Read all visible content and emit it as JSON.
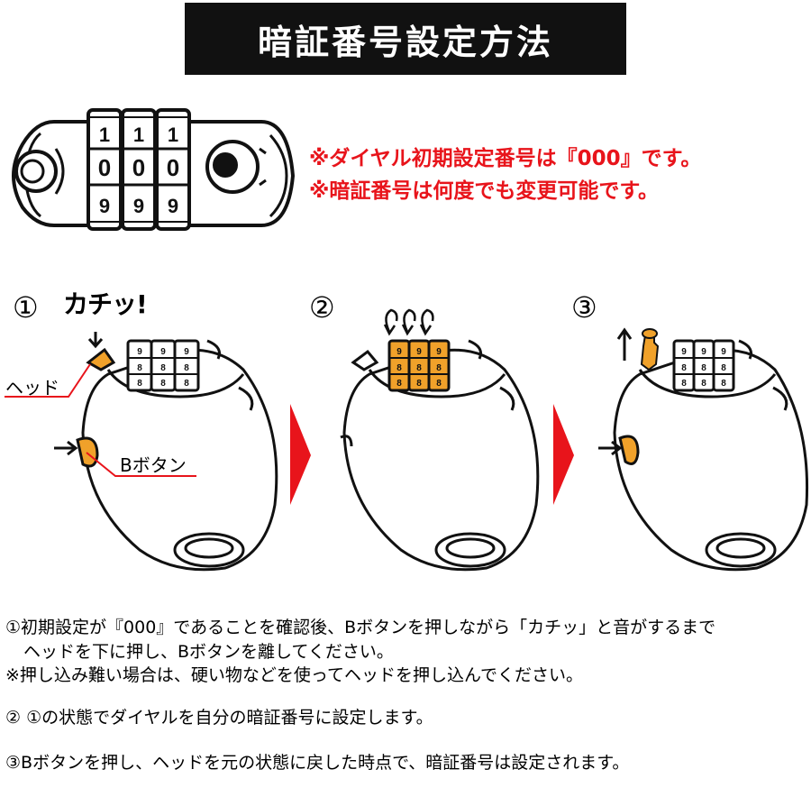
{
  "title": "暗証番号設定方法",
  "notes": [
    "※ダイヤル初期設定番号は『000』です。",
    "※暗証番号は何度でも変更可能です。"
  ],
  "steps": {
    "step1": "①",
    "step2": "②",
    "step3": "③"
  },
  "labels": {
    "click_sound": "カチッ!",
    "head": "ヘッド",
    "b_button": "Bボタン"
  },
  "dial_digits": {
    "top": [
      "1",
      "1",
      "1"
    ],
    "middle": [
      "0",
      "0",
      "0"
    ],
    "bottom": [
      "9",
      "9",
      "9"
    ],
    "small_rows": [
      "9",
      "8",
      "8"
    ]
  },
  "colors": {
    "title_bg": "#111111",
    "note_red": "#e8141b",
    "arrow_red": "#e8141b",
    "accent_orange": "#f0a12a"
  },
  "instructions": {
    "line1": "①初期設定が『000』であることを確認後、Bボタンを押しながら「カチッ」と音がするまで",
    "line2": "ヘッドを下に押し、Bボタンを離してください。",
    "line3": "※押し込み難い場合は、硬い物などを使ってヘッドを押し込んでください。",
    "line4": "② ①の状態でダイヤルを自分の暗証番号に設定します。",
    "line5": "③Bボタンを押し、ヘッドを元の状態に戻した時点で、暗証番号は設定されます。"
  }
}
